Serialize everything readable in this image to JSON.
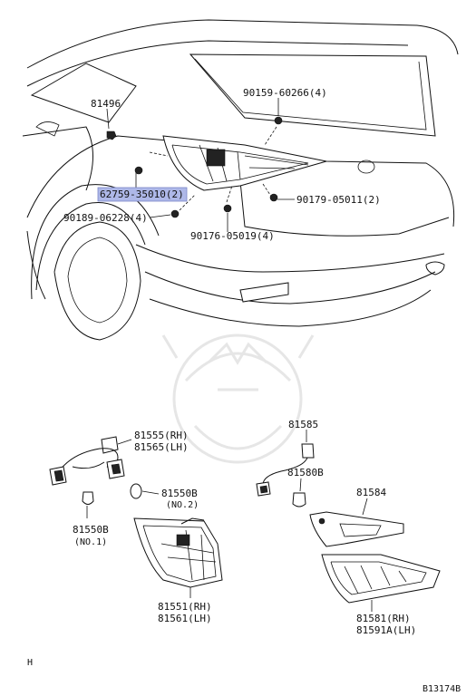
{
  "labels": {
    "p81496": "81496",
    "p90159": "90159-60266(4)",
    "p62759": "62759-35010(2)",
    "p90179": "90179-05011(2)",
    "p90189": "90189-06228(4)",
    "p90176": "90176-05019(4)",
    "p81555": "81555(RH)",
    "p81565": "81565(LH)",
    "p81585": "81585",
    "p81580b": "81580B",
    "p81550b_no2": "81550B",
    "no2": "(NO.2)",
    "p81584": "81584",
    "p81550b_no1": "81550B",
    "no1": "(NO.1)",
    "p81551": "81551(RH)",
    "p81561": "81561(LH)",
    "p81581": "81581(RH)",
    "p81591a": "81591A(LH)"
  },
  "footer": {
    "corner_mark": "H",
    "figure_code": "B13174B"
  },
  "highlight_color": "#aeb8e8"
}
